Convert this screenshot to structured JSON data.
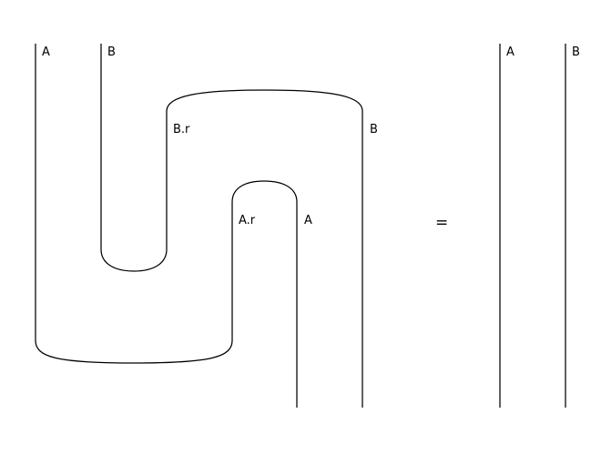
{
  "labels": {
    "lhs_top_a": "A",
    "lhs_top_b": "B",
    "cup_b_dual": "B.r",
    "cup_b": "B",
    "cup_a_dual": "A.r",
    "cup_a": "A",
    "rhs_a": "A",
    "rhs_b": "B"
  },
  "equals": "="
}
